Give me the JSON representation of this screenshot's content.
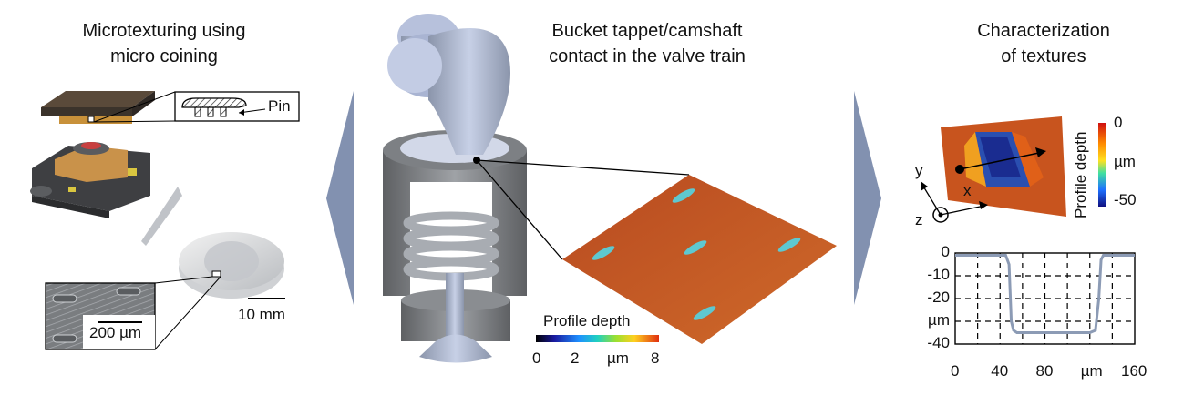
{
  "panels": {
    "left": {
      "title_line1": "Microtexturing using",
      "title_line2": "micro coining",
      "pin_label": "Pin",
      "sem_scale": "200 µm",
      "disc_scale": "10 mm"
    },
    "center": {
      "title_line1": "Bucket tappet/camshaft",
      "title_line2": "contact in the valve train",
      "colorbar_title": "Profile depth",
      "colorbar_ticks": [
        "0",
        "2",
        "µm",
        "8"
      ]
    },
    "right": {
      "title_line1": "Characterization",
      "title_line2": "of textures",
      "colorbar_title": "Profile depth",
      "colorbar_top": "0",
      "colorbar_mid": "µm",
      "colorbar_bottom": "-50",
      "axis_x": "x",
      "axis_y": "y",
      "axis_z": "z"
    }
  },
  "chart_data": {
    "type": "line",
    "x": [
      0,
      5,
      10,
      20,
      30,
      40,
      45,
      48,
      50,
      52,
      55,
      60,
      80,
      100,
      120,
      125,
      128,
      130,
      132,
      135,
      140,
      150,
      160
    ],
    "y": [
      -1,
      -1,
      -1,
      -1,
      -1,
      -1,
      -1,
      -5,
      -30,
      -34,
      -35,
      -35,
      -35,
      -35,
      -35,
      -34,
      -20,
      -3,
      -1,
      -1,
      -1,
      -1,
      -1
    ],
    "xticks": [
      "0",
      "40",
      "80",
      "µm",
      "160"
    ],
    "yticks": [
      "0",
      "-10",
      "-20",
      "µm",
      "-40"
    ],
    "xlim": [
      0,
      160
    ],
    "ylim": [
      -40,
      0
    ],
    "grid": true,
    "line_color": "#8c9bb5"
  },
  "colors": {
    "arrow": "#8291b0",
    "surface": "#c8521e",
    "component": "#a7b4d6"
  }
}
